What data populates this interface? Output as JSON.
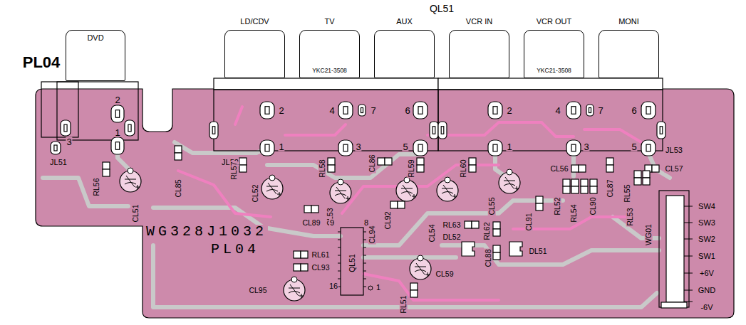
{
  "diagram": {
    "nodes": [
      {
        "text": [
          "DVD"
        ]
      },
      {
        "text": [
          "LD/CDV"
        ]
      },
      {
        "text": [
          "TV",
          "YKC21-3508"
        ]
      },
      {
        "text": [
          "AUX"
        ]
      },
      {
        "text": [
          "VCR IN"
        ]
      },
      {
        "text": [
          "VCR OUT",
          "YKC21-3508"
        ]
      },
      {
        "text": [
          "MONI"
        ]
      }
    ],
    "labels": [
      "QL51",
      "PL04",
      "2",
      "3",
      "1",
      "JL51",
      "2",
      "4",
      "7",
      "6",
      "1",
      "3",
      "5",
      "JL52",
      "2",
      "4",
      "7",
      "6",
      "1",
      "3",
      "5",
      "JL53",
      "RL56",
      "CL51",
      "CL85",
      "RL57",
      "CL52",
      "RL58",
      "CL53",
      "CL86",
      "RL59",
      "CL94",
      "RL60",
      "CL54",
      "CL55",
      "CL56",
      "CL57",
      "CL87",
      "RL55",
      "RL53",
      "RL52",
      "RL54",
      "CL90",
      "CL91",
      "CL89",
      "CL92",
      "9",
      "8",
      "WG328J1032",
      "PL04",
      "RL63",
      "RL62",
      "DL52",
      "DL51",
      "CL88",
      "RL61",
      "CL93",
      "CL95",
      "16",
      "QL51",
      "1",
      "CL59",
      "RL51",
      "WG01",
      "SW4",
      "SW3",
      "SW2",
      "SW1",
      "+6V",
      "GND",
      "-6V"
    ]
  }
}
